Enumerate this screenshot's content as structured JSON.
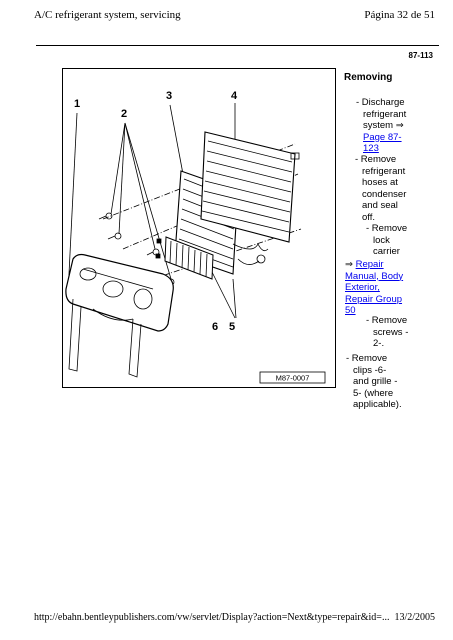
{
  "header": {
    "title": "A/C refrigerant system, servicing",
    "page_indicator": "Página 32 de 51"
  },
  "page_number": "87-113",
  "figure": {
    "labels": [
      "1",
      "2",
      "3",
      "4",
      "6",
      "5"
    ],
    "code": "M87-0007"
  },
  "content": {
    "heading": "Removing",
    "step1": {
      "l1": "- Discharge",
      "l2": "refrigerant",
      "l3": "system ⇒",
      "link1": "Page 87-",
      "link2": "123"
    },
    "step2": {
      "l1": "- Remove",
      "l2": "refrigerant",
      "l3": "hoses at",
      "l4": "condenser",
      "l5": "and seal",
      "l6": "off."
    },
    "step3": {
      "l1": "- Remove",
      "l2": "lock",
      "l3": "carrier"
    },
    "ref": {
      "arrow": "⇒",
      "l1": "Repair",
      "l2": "Manual, Body",
      "l3": "Exterior,",
      "l4": "Repair Group",
      "l5": "50"
    },
    "step4": {
      "l1": "- Remove",
      "l2": "screws -",
      "l3": "2-."
    },
    "step5": {
      "l1": "- Remove",
      "l2": "clips -6-",
      "l3": "and grille -",
      "l4": "5- (where",
      "l5": "applicable)."
    }
  },
  "footer": {
    "url": "http://ebahn.bentleypublishers.com/vw/servlet/Display?action=Next&type=repair&id=...",
    "date": "13/2/2005"
  }
}
